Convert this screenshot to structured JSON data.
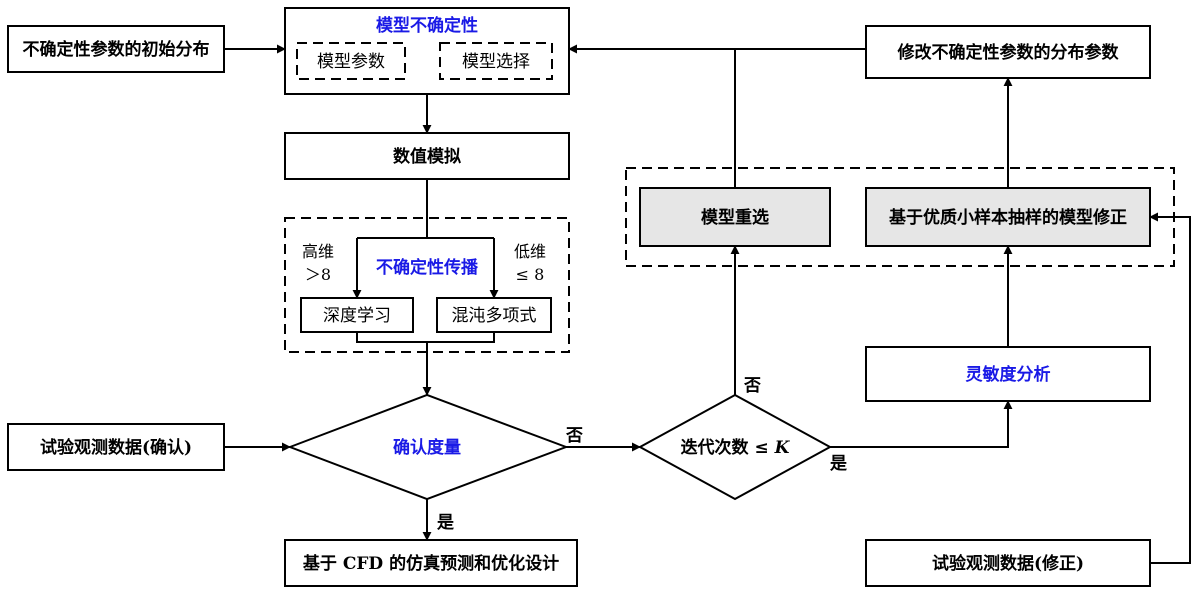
{
  "nodes": {
    "initial_distribution": "不确定性参数的初始分布",
    "model_uncertainty": "模型不确定性",
    "model_params": "模型参数",
    "model_selection": "模型选择",
    "modify_params": "修改不确定性参数的分布参数",
    "numerical_sim": "数值模拟",
    "uncertainty_propagation": "不确定性传播",
    "high_dim": "高维",
    "high_dim_cond": "＞8",
    "low_dim": "低维",
    "low_dim_cond": "≤ 8",
    "deep_learning": "深度学习",
    "polynomial_chaos": "混沌多项式",
    "model_reselect": "模型重选",
    "small_sample_correction": "基于优质小样本抽样的模型修正",
    "sensitivity": "灵敏度分析",
    "validation_data": "试验观测数据(确认)",
    "validation_metric": "确认度量",
    "iteration_prefix": "迭代次数 ≤ ",
    "iteration_var": "K",
    "cfd_design": "基于 CFD 的仿真预测和优化设计",
    "calibration_data": "试验观测数据(修正)"
  },
  "labels": {
    "no_1": "否",
    "no_2": "否",
    "yes_1": "是",
    "yes_2": "是"
  },
  "colors": {
    "accent": "#1a1ae6",
    "gray_fill": "#e6e6e6"
  }
}
